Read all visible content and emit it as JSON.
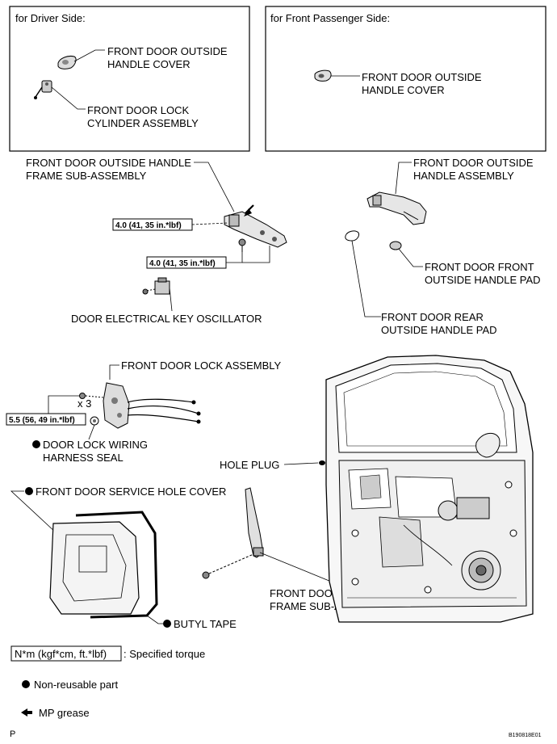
{
  "panels": {
    "driver": {
      "title": "for Driver Side:"
    },
    "passenger": {
      "title": "for Front Passenger Side:"
    }
  },
  "labels": {
    "outside_cover_driver": [
      "FRONT DOOR OUTSIDE",
      "HANDLE COVER"
    ],
    "lock_cylinder": [
      "FRONT DOOR LOCK",
      "CYLINDER ASSEMBLY"
    ],
    "outside_cover_passenger": [
      "FRONT DOOR OUTSIDE",
      "HANDLE COVER"
    ],
    "handle_frame": [
      "FRONT DOOR OUTSIDE HANDLE",
      "FRAME SUB-ASSEMBLY"
    ],
    "outside_handle": [
      "FRONT DOOR OUTSIDE",
      "HANDLE ASSEMBLY"
    ],
    "front_pad": [
      "FRONT DOOR FRONT",
      "OUTSIDE HANDLE PAD"
    ],
    "key_oscillator": "DOOR ELECTRICAL KEY OSCILLATOR",
    "rear_pad": [
      "FRONT DOOR REAR",
      "OUTSIDE HANDLE PAD"
    ],
    "lock_assembly": "FRONT DOOR LOCK ASSEMBLY",
    "x3": "x 3",
    "wiring_seal": [
      "DOOR LOCK WIRING",
      "HARNESS SEAL"
    ],
    "hole_plug": "HOLE PLUG",
    "service_cover": "FRONT DOOR SERVICE HOLE COVER",
    "lower_frame": [
      "FRONT DOOR REAR LOWER",
      "FRAME SUB-ASSEMBLY"
    ],
    "butyl_tape": "BUTYL TAPE"
  },
  "torques": {
    "handle_frame_upper": "4.0 (41, 35 in.*lbf)",
    "handle_frame_lower": "4.0 (41, 35 in.*lbf)",
    "lock_assembly": "5.5 (56, 49 in.*lbf)"
  },
  "legend": {
    "torque_box": "N*m (kgf*cm, ft.*lbf)",
    "torque_text": ": Specified torque",
    "non_reusable": "Non-reusable part",
    "mp_grease": "MP grease"
  },
  "footer": {
    "left": "P",
    "right": "B190818E01"
  }
}
